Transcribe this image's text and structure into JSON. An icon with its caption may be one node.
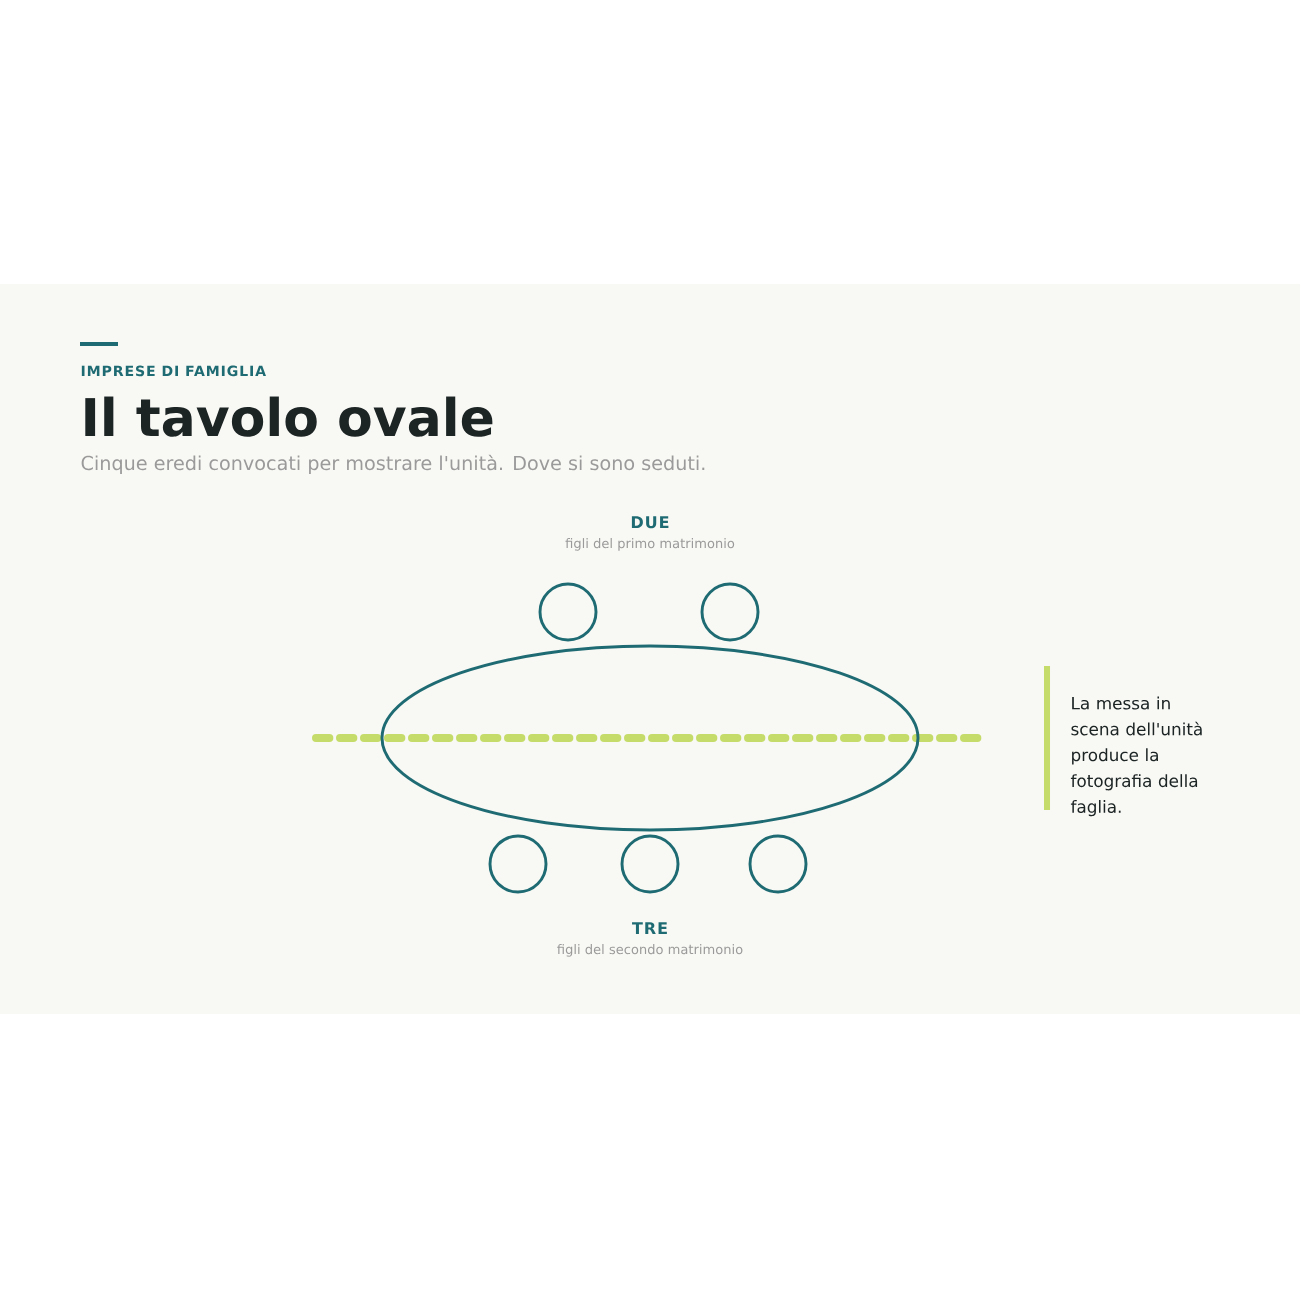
{
  "diagram": {
    "title": "Il tavolo ovale",
    "nodes": [
      {
        "text": [],
        "shape": "ellipse"
      },
      {
        "text": [],
        "shape": "circle"
      },
      {
        "text": [],
        "shape": "circle"
      },
      {
        "text": [],
        "shape": "circle"
      },
      {
        "text": [],
        "shape": "circle"
      },
      {
        "text": [],
        "shape": "circle"
      }
    ],
    "labels": [
      "IMPRESE DI FAMIGLIA",
      "Cinque eredi convocati per mostrare l'unità. Dove si sono seduti.",
      "DUE",
      "figli del primo matrimonio",
      "TRE",
      "figli del secondo matrimonio",
      "La messa in scena dell'unità produce la fotografia della faglia."
    ]
  }
}
